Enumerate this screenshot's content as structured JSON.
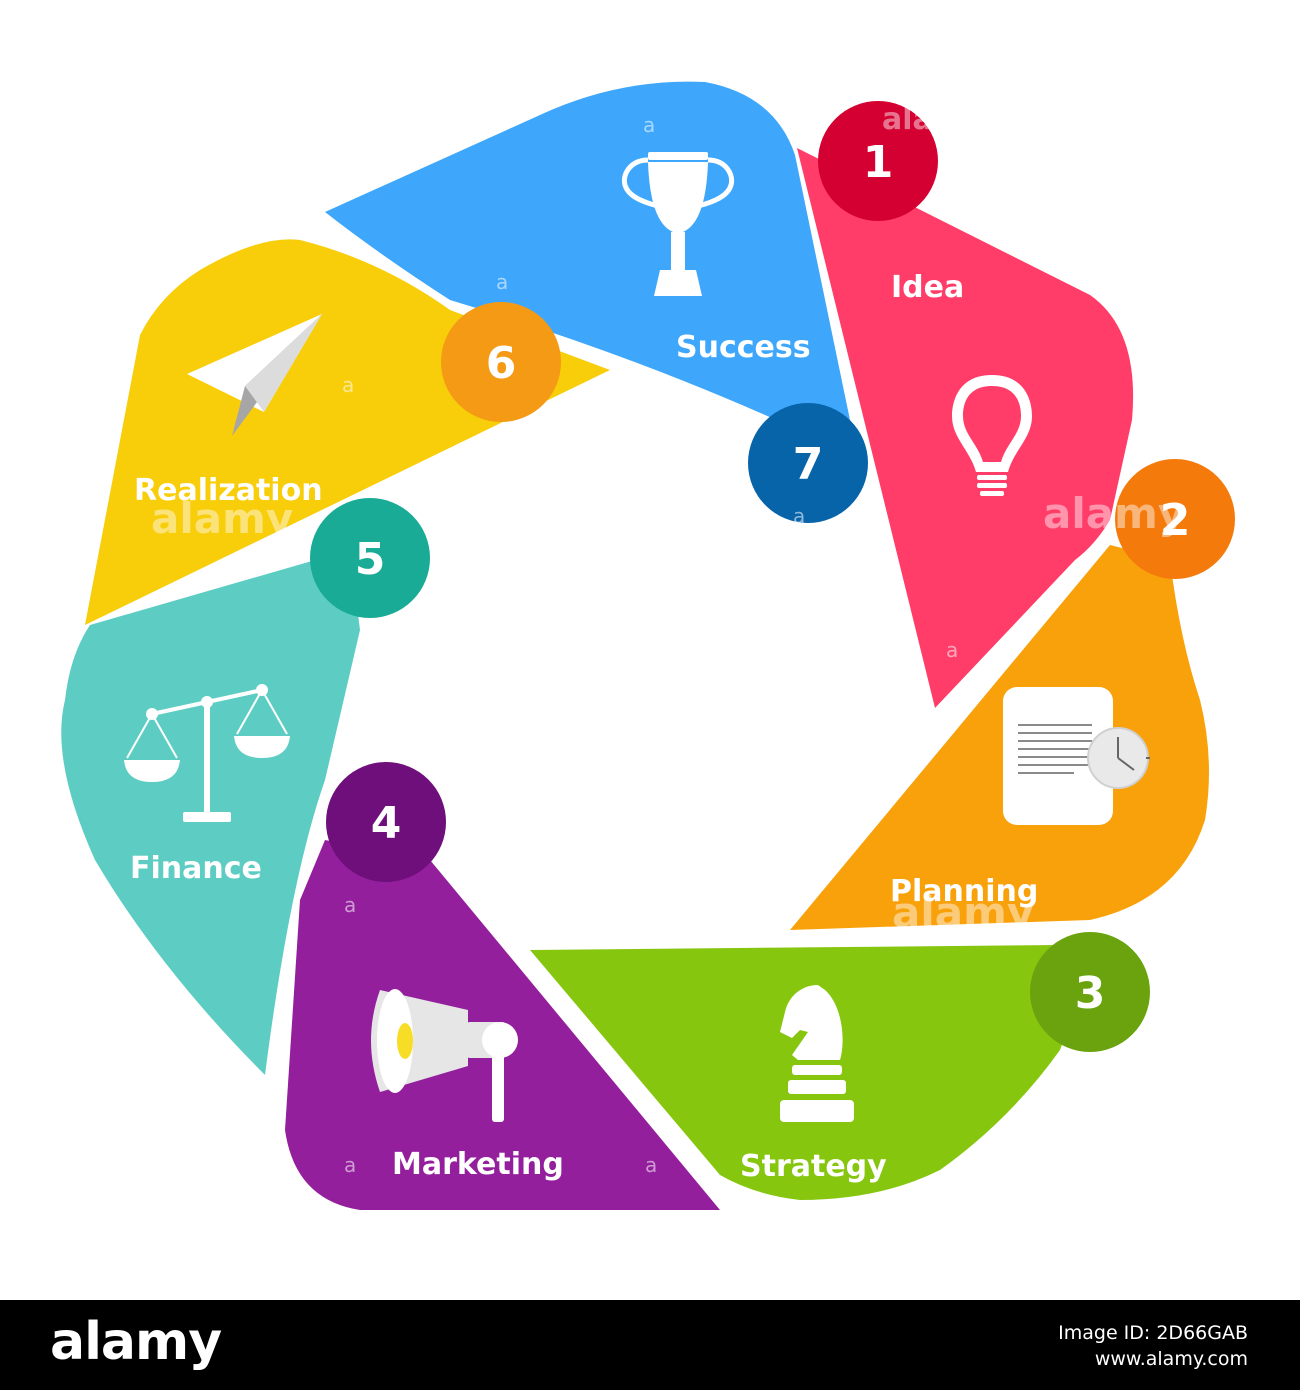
{
  "diagram": {
    "segments": [
      {
        "number": "1",
        "label": "Idea",
        "icon": "lightbulb-icon",
        "color": "#ff3d68",
        "badge_color": "#d50032"
      },
      {
        "number": "2",
        "label": "Planning",
        "icon": "document-clock-icon",
        "color": "#f9a10a",
        "badge_color": "#f47a0c"
      },
      {
        "number": "3",
        "label": "Strategy",
        "icon": "chess-knight-icon",
        "color": "#86c60f",
        "badge_color": "#6ba30e"
      },
      {
        "number": "4",
        "label": "Marketing",
        "icon": "megaphone-icon",
        "color": "#931f9d",
        "badge_color": "#6e0f7c"
      },
      {
        "number": "5",
        "label": "Finance",
        "icon": "balance-scale-icon",
        "color": "#5dcdc3",
        "badge_color": "#19ab95"
      },
      {
        "number": "6",
        "label": "Realization",
        "icon": "paper-plane-icon",
        "color": "#f8cd0a",
        "badge_color": "#f59a14"
      },
      {
        "number": "7",
        "label": "Success",
        "icon": "trophy-icon",
        "color": "#3ea7fb",
        "badge_color": "#0764a9"
      }
    ]
  },
  "watermark": {
    "text": "alamy",
    "letter": "a"
  },
  "footer": {
    "logo": "alamy",
    "image_id": "Image ID: 2D66GAB",
    "site": "www.alamy.com"
  }
}
